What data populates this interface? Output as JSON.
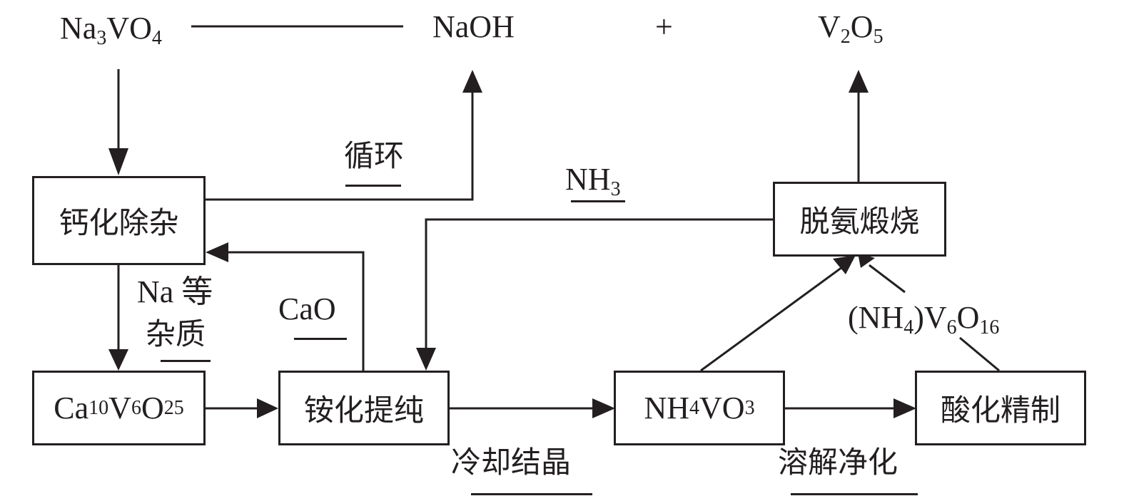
{
  "diagram": {
    "top_row": {
      "reactant": {
        "base": "Na",
        "sub1": "3",
        "mid": "VO",
        "sub2": "4"
      },
      "product1": "NaOH",
      "plus": "+",
      "product2": {
        "base": "V",
        "sub1": "2",
        "mid": "O",
        "sub2": "5"
      }
    },
    "boxes": {
      "calcification": "钙化除杂",
      "ca_vanadate": {
        "base": "Ca",
        "sub1": "10",
        "mid": "V",
        "sub2": "6",
        "end": "O",
        "sub3": "25"
      },
      "ammoniation": "铵化提纯",
      "nh4vo3": {
        "base": "NH",
        "sub1": "4",
        "mid": "VO",
        "sub2": "3"
      },
      "acidification": "酸化精制",
      "calcination": "脱氨煅烧"
    },
    "labels": {
      "recycle": "循环",
      "nh3": {
        "base": "NH",
        "sub": "3"
      },
      "na_impurity_line1": "Na 等",
      "na_impurity_line2": "杂质",
      "cao": "CaO",
      "cooling": "冷却结晶",
      "dissolve": "溶解净化",
      "ammonium_hexavanadate": {
        "p1": "(NH",
        "sub1": "4",
        "p2": ")V",
        "sub2": "6",
        "p3": "O",
        "sub3": "16"
      }
    }
  }
}
